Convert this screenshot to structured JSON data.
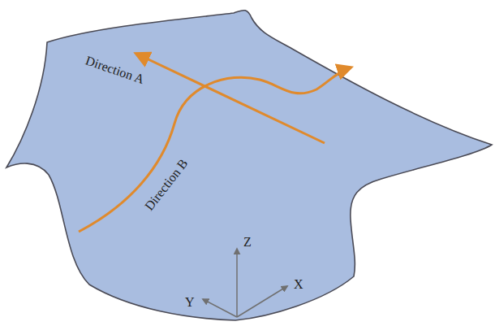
{
  "diagram": {
    "labels": [
      "Direction A",
      "Direction B",
      "Z",
      "Y",
      "X"
    ]
  }
}
